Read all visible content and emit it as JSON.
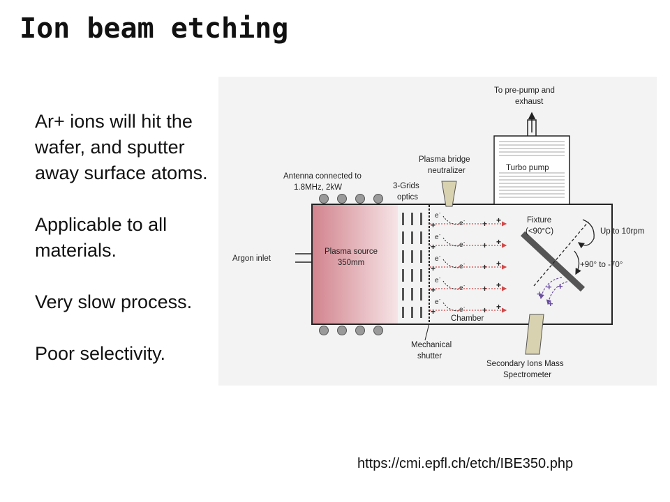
{
  "title": "Ion beam etching",
  "bullets": [
    "Ar+ ions will hit the wafer, and sputter away surface atoms.",
    "Applicable to all materials.",
    "Very slow process.",
    "Poor selectivity."
  ],
  "diagram": {
    "labels": {
      "exhaust_line1": "To pre-pump and",
      "exhaust_line2": "exhaust",
      "turbo_pump": "Turbo pump",
      "bridge_line1": "Plasma bridge",
      "bridge_line2": "neutralizer",
      "antenna_line1": "Antenna connected to",
      "antenna_line2": "1.8MHz, 2kW",
      "grids_line1": "3-Grids",
      "grids_line2": "optics",
      "argon_inlet": "Argon inlet",
      "plasma_line1": "Plasma source",
      "plasma_line2": "350mm",
      "fixture_line1": "Fixture",
      "fixture_line2": "(<90°C)",
      "rotation": "Up to 10rpm",
      "tilt": "+90° to -70°",
      "chamber": "Chamber",
      "shutter_line1": "Mechanical",
      "shutter_line2": "shutter",
      "sims_line1": "Secondary Ions Mass",
      "sims_line2": "Spectrometer",
      "electron": "e",
      "electron_sup": "-",
      "ion": "+"
    },
    "colors": {
      "plasma_dark": "#d2848e",
      "plasma_light": "#f6e4e6",
      "coil": "#9a9a9a",
      "beam": "#d24a4a",
      "ion_plus": "#cc2222",
      "secondary_ion": "#6a4fa0",
      "neutralizer": "#d8d2b0",
      "fixture": "#555555"
    }
  },
  "source_url": "https://cmi.epfl.ch/etch/IBE350.php"
}
